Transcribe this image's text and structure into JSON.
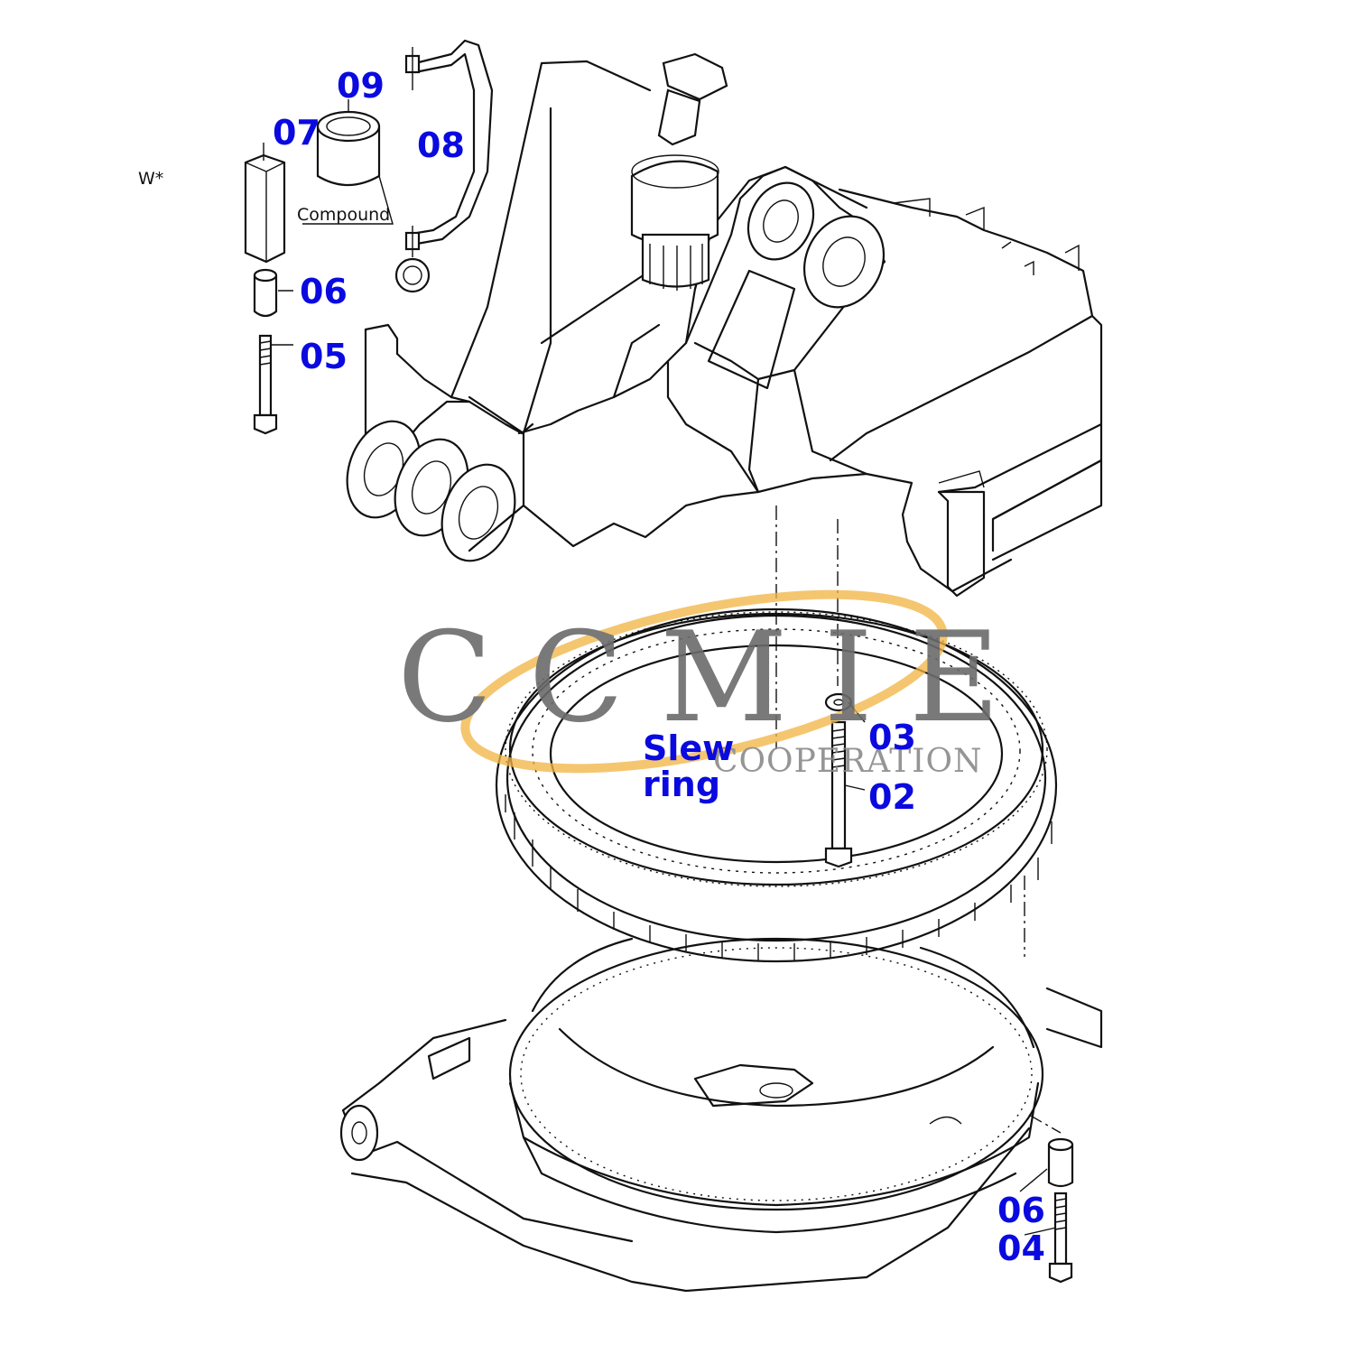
{
  "labels": {
    "part_09": "09",
    "part_07": "07",
    "part_08": "08",
    "part_06_top": "06",
    "part_05": "05",
    "part_03": "03",
    "part_02": "02",
    "part_06_bottom": "06",
    "part_04": "04",
    "slew_line1": "Slew",
    "slew_line2": "ring",
    "compound": "Compound",
    "w_star": "W*"
  },
  "watermark": {
    "brand": "CCMIE",
    "sub": "COOPERATION"
  },
  "colors": {
    "label": "#0a0ae0",
    "line": "#111111",
    "watermark_text": "#6b6b6b",
    "watermark_ring": "#f2b544"
  }
}
